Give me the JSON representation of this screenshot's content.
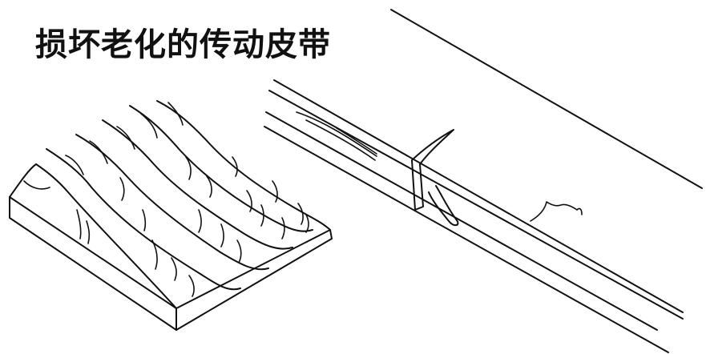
{
  "title": "损坏老化的传动皮带",
  "line_color": "#111111",
  "background_color": "#ffffff",
  "illustrations": [
    {
      "name": "cracked-ribbed-belt-section"
    },
    {
      "name": "torn-flat-belt-section"
    }
  ]
}
